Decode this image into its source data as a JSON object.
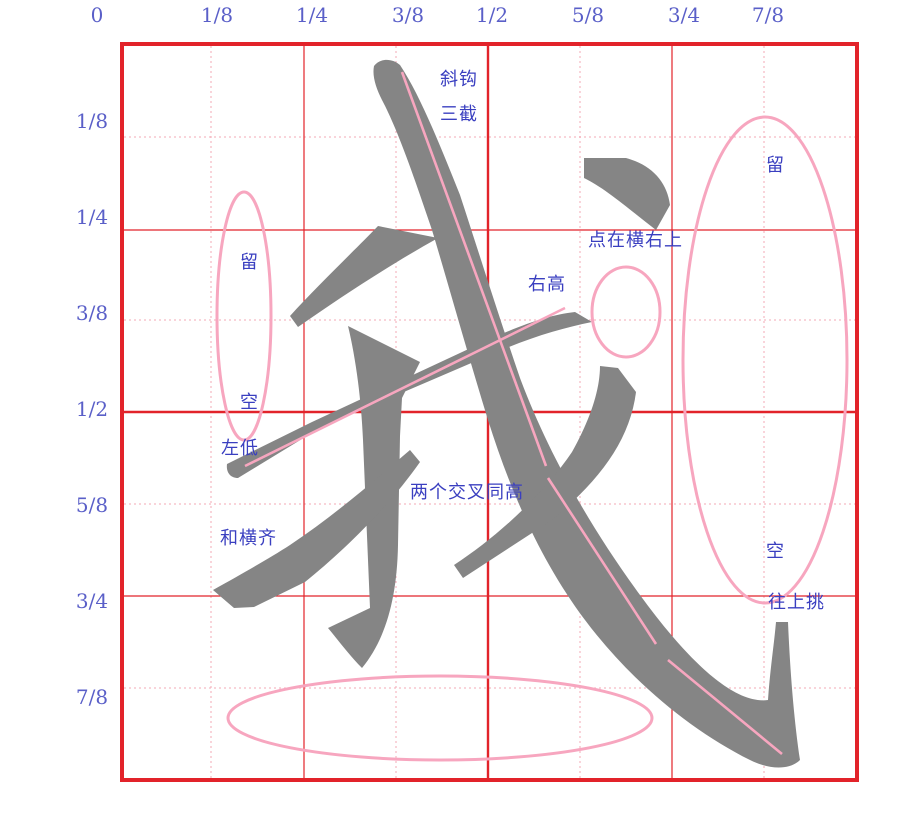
{
  "top_ticks": [
    "0",
    "1/8",
    "1/4",
    "3/8",
    "1/2",
    "5/8",
    "3/4",
    "7/8"
  ],
  "left_ticks": [
    "1/8",
    "1/4",
    "3/8",
    "1/2",
    "5/8",
    "3/4",
    "7/8"
  ],
  "annotations": {
    "xie_gou": "斜钩",
    "san_jie": "三截",
    "dian_zai_heng_you_shang": "点在横右上",
    "you_gao": "右高",
    "liu_left": "留",
    "kong_left": "空",
    "zuo_di": "左低",
    "liang_ge_jiao_cha_tong_gao": "两个交叉同高",
    "he_heng_qi": "和横齐",
    "liu_right": "留",
    "kong_right": "空",
    "wang_shang_tiao": "往上挑"
  },
  "colors": {
    "frame": "#e2232a",
    "grid_dotted": "#f3a8b6",
    "glyph": "#858585",
    "guide": "#f7a6bf",
    "label": "#3a3fc0",
    "tick": "#5a5fc8"
  }
}
